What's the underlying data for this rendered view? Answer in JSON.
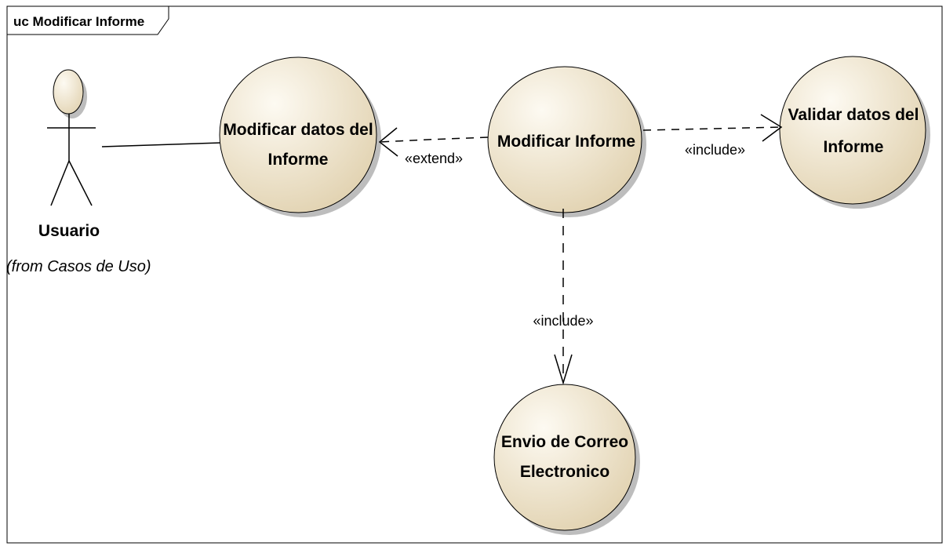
{
  "frame": {
    "title": "uc Modificar Informe"
  },
  "actor": {
    "name": "Usuario",
    "origin": "(from Casos de Uso)"
  },
  "use_cases": {
    "modificar_datos": {
      "line1": "Modificar datos del",
      "line2": "Informe"
    },
    "modificar_informe": {
      "line1": "Modificar Informe"
    },
    "validar_datos": {
      "line1": "Validar datos del",
      "line2": "Informe"
    },
    "envio_correo": {
      "line1": "Envio de Correo",
      "line2": "Electronico"
    }
  },
  "relations": {
    "extend": "«extend»",
    "include_validar": "«include»",
    "include_envio": "«include»"
  },
  "colors": {
    "usecase_fill_light": "#fbf7ec",
    "usecase_fill_dark": "#e4d6b6",
    "shadow": "#b8b8b8",
    "line": "#000000"
  }
}
